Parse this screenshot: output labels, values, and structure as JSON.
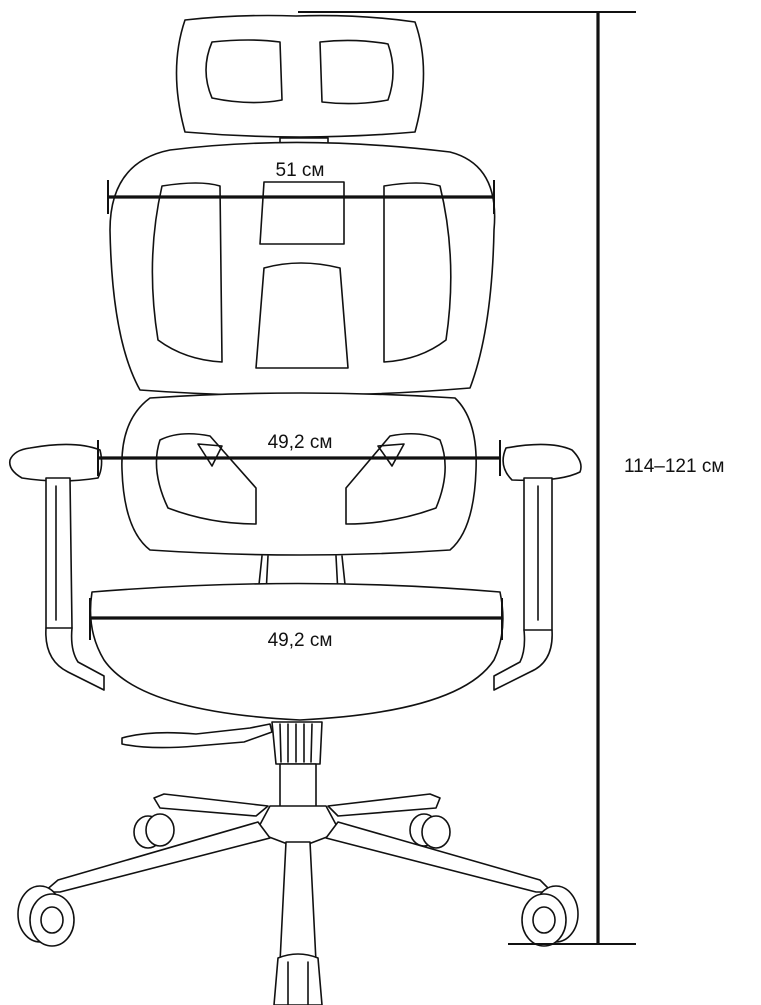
{
  "dimensions": {
    "backrest_width": "51 см",
    "lumbar_width": "49,2 см",
    "seat_width": "49,2 см",
    "total_height": "114–121 см"
  }
}
